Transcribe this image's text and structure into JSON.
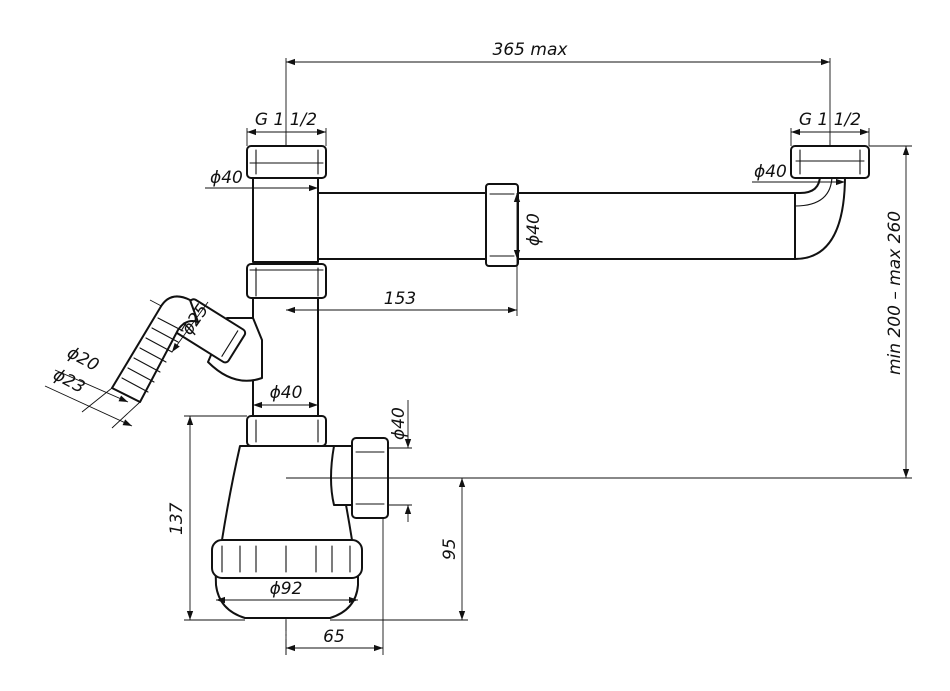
{
  "labels": {
    "max_length": "365 max",
    "thread_left": "G 1 1/2",
    "thread_right": "G 1 1/2",
    "dia_left_inlet": "ϕ40",
    "dia_right_inlet": "ϕ40",
    "dia_branch_pipe": "ϕ40",
    "branch_offset": "153",
    "dia_side_nozzle": "ϕ25",
    "dia_hose_inner": "ϕ20",
    "dia_hose_outer": "ϕ23",
    "dia_stand_pipe": "ϕ40",
    "dia_outlet": "ϕ40",
    "height_range": "min 200 – max 260",
    "trap_height": "137",
    "outlet_height": "95",
    "trap_diameter": "ϕ92",
    "outlet_offset": "65"
  }
}
